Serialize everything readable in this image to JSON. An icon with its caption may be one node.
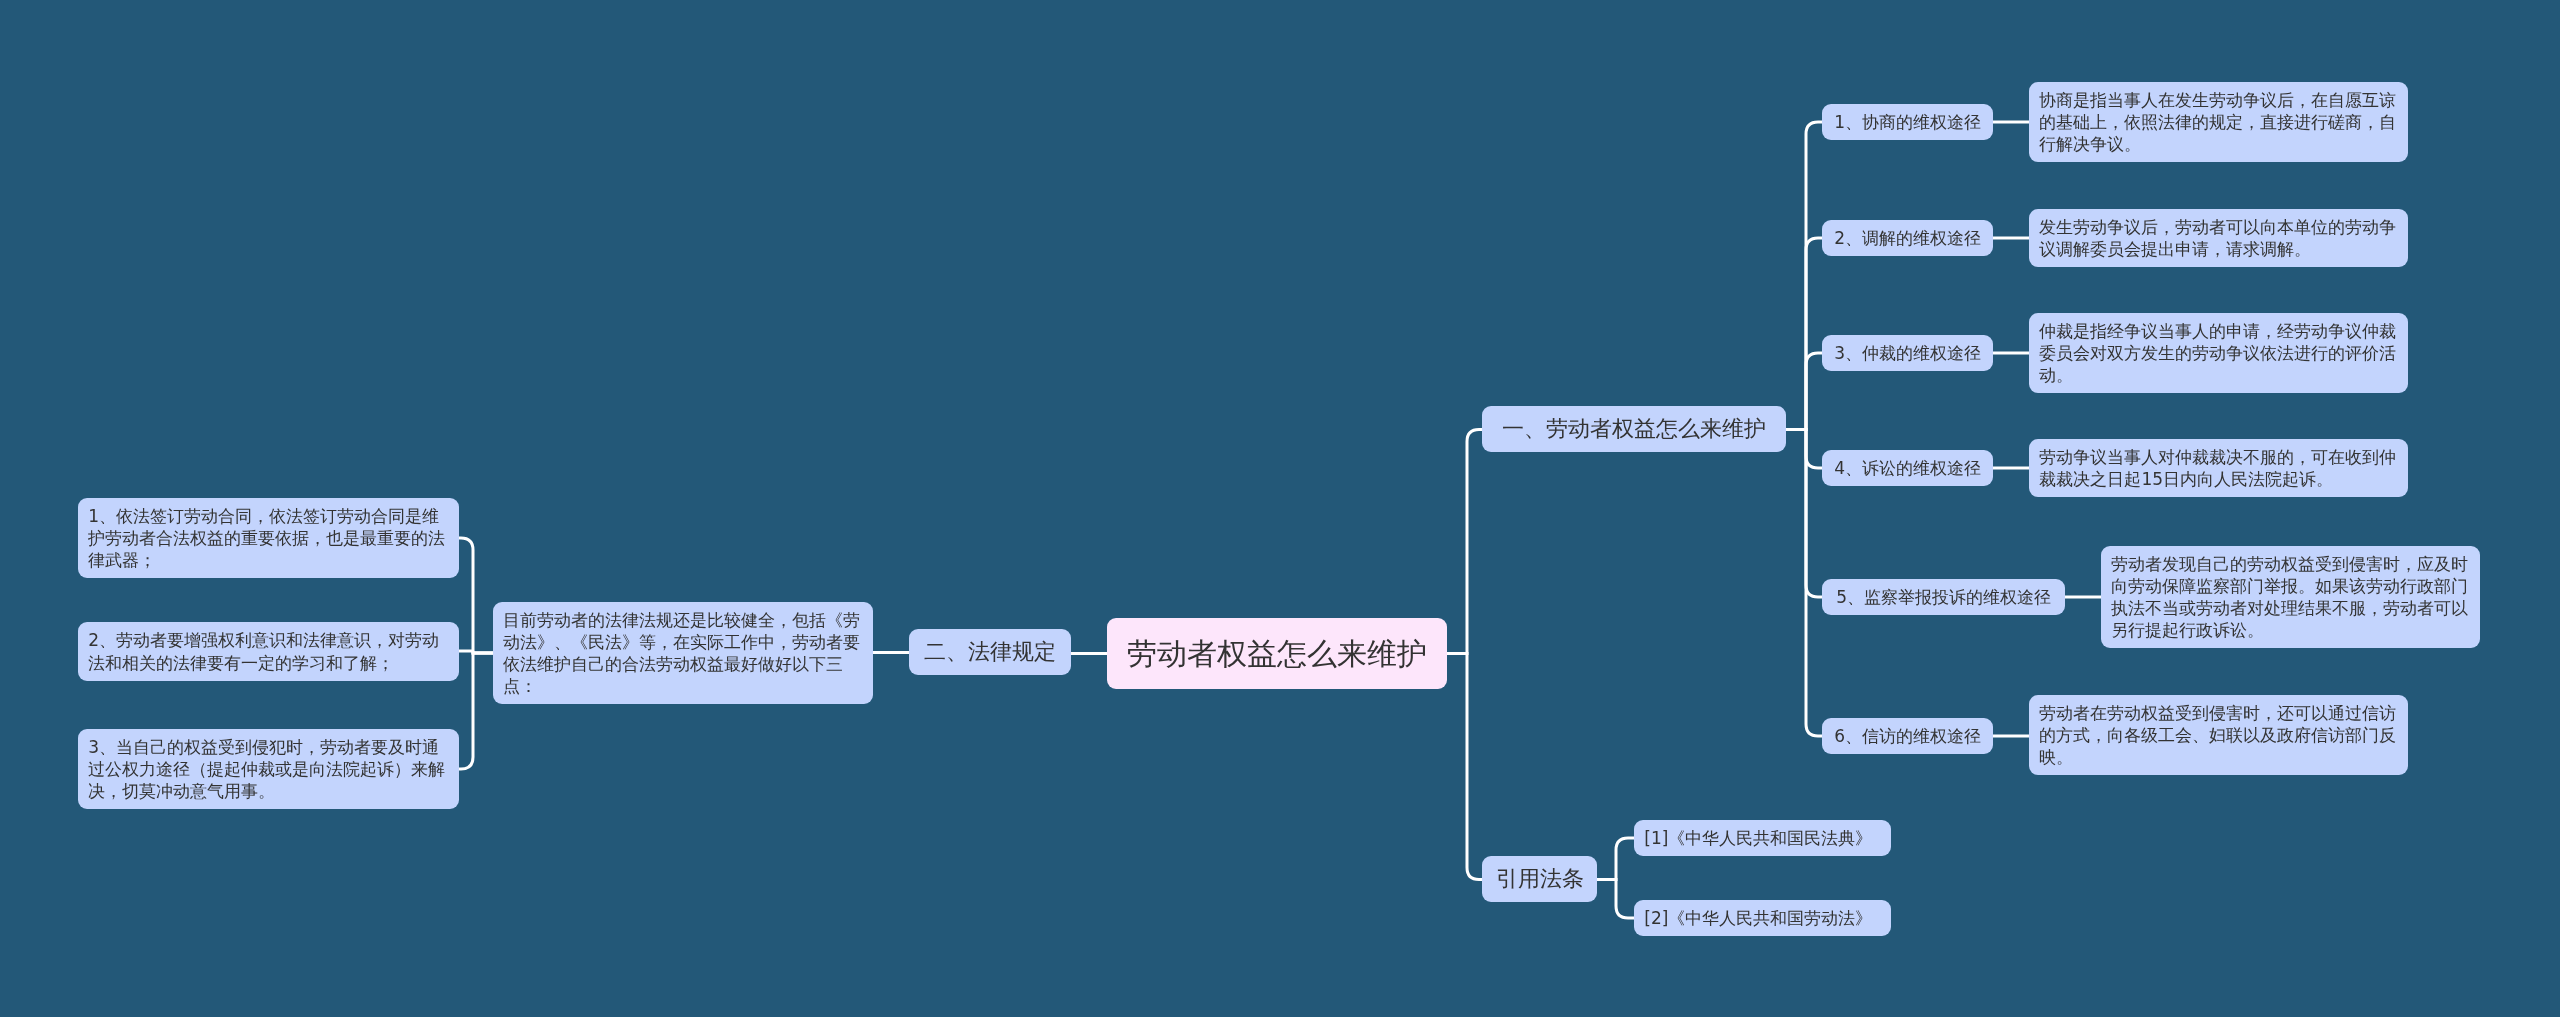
{
  "diagram": {
    "nodes": [
      {
        "text": [
          "劳动者权益怎么来维护"
        ]
      },
      {
        "text": [
          "一、劳动者权益怎么来维护"
        ]
      },
      {
        "text": [
          "1、协商的维权途径"
        ]
      },
      {
        "text": [
          "协商是指当事人在发生劳动争议后，在自愿互谅的基础上，依照法律的规定，直接进行磋商，自行解决争议。"
        ]
      },
      {
        "text": [
          "2、调解的维权途径"
        ]
      },
      {
        "text": [
          "发生劳动争议后，劳动者可以向本单位的劳动争议调解委员会提出申请，请求调解。"
        ]
      },
      {
        "text": [
          "3、仲裁的维权途径"
        ]
      },
      {
        "text": [
          "仲裁是指经争议当事人的申请，经劳动争议仲裁委员会对双方发生的劳动争议依法进行的评价活动。"
        ]
      },
      {
        "text": [
          "4、诉讼的维权途径"
        ]
      },
      {
        "text": [
          "劳动争议当事人对仲裁裁决不服的，可在收到仲裁裁决之日起15日内向人民法院起诉。"
        ]
      },
      {
        "text": [
          "5、监察举报投诉的维权途径"
        ]
      },
      {
        "text": [
          "劳动者发现自己的劳动权益受到侵害时，应及时向劳动保障监察部门举报。如果该劳动行政部门执法不当或劳动者对处理结果不服，劳动者可以另行提起行政诉讼。"
        ]
      },
      {
        "text": [
          "6、信访的维权途径"
        ]
      },
      {
        "text": [
          "劳动者在劳动权益受到侵害时，还可以通过信访的方式，向各级工会、妇联以及政府信访部门反映。"
        ]
      },
      {
        "text": [
          "引用法条"
        ]
      },
      {
        "text": [
          "[1]《中华人民共和国民法典》"
        ]
      },
      {
        "text": [
          "[2]《中华人民共和国劳动法》"
        ]
      },
      {
        "text": [
          "二、法律规定"
        ]
      },
      {
        "text": [
          "目前劳动者的法律法规还是比较健全，包括《劳动法》、《民法》等，在实际工作中，劳动者要依法维护自己的合法劳动权益最好做好以下三点："
        ]
      },
      {
        "text": [
          "1、依法签订劳动合同，依法签订劳动合同是维护劳动者合法权益的重要依据，也是最重要的法律武器；"
        ]
      },
      {
        "text": [
          "2、劳动者要增强权利意识和法律意识，对劳动法和相关的法律要有一定的学习和了解；"
        ]
      },
      {
        "text": [
          "3、当自己的权益受到侵犯时，劳动者要及时通过公权力途径（提起仲裁或是向法院起诉）来解决，切莫冲动意气用事。"
        ]
      }
    ],
    "edges": [
      {
        "from": 0,
        "to": 1,
        "arrow": "none"
      },
      {
        "from": 1,
        "to": 2,
        "arrow": "none"
      },
      {
        "from": 2,
        "to": 3,
        "arrow": "none"
      },
      {
        "from": 1,
        "to": 4,
        "arrow": "none"
      },
      {
        "from": 4,
        "to": 5,
        "arrow": "none"
      },
      {
        "from": 1,
        "to": 6,
        "arrow": "none"
      },
      {
        "from": 6,
        "to": 7,
        "arrow": "none"
      },
      {
        "from": 1,
        "to": 8,
        "arrow": "none"
      },
      {
        "from": 8,
        "to": 9,
        "arrow": "none"
      },
      {
        "from": 1,
        "to": 10,
        "arrow": "none"
      },
      {
        "from": 10,
        "to": 11,
        "arrow": "none"
      },
      {
        "from": 1,
        "to": 12,
        "arrow": "none"
      },
      {
        "from": 12,
        "to": 13,
        "arrow": "none"
      },
      {
        "from": 0,
        "to": 14,
        "arrow": "none"
      },
      {
        "from": 14,
        "to": 15,
        "arrow": "none"
      },
      {
        "from": 14,
        "to": 16,
        "arrow": "none"
      },
      {
        "from": 0,
        "to": 17,
        "arrow": "none"
      },
      {
        "from": 17,
        "to": 18,
        "arrow": "none"
      },
      {
        "from": 18,
        "to": 19,
        "arrow": "none"
      },
      {
        "from": 18,
        "to": 20,
        "arrow": "none"
      },
      {
        "from": 18,
        "to": 21,
        "arrow": "none"
      }
    ]
  }
}
